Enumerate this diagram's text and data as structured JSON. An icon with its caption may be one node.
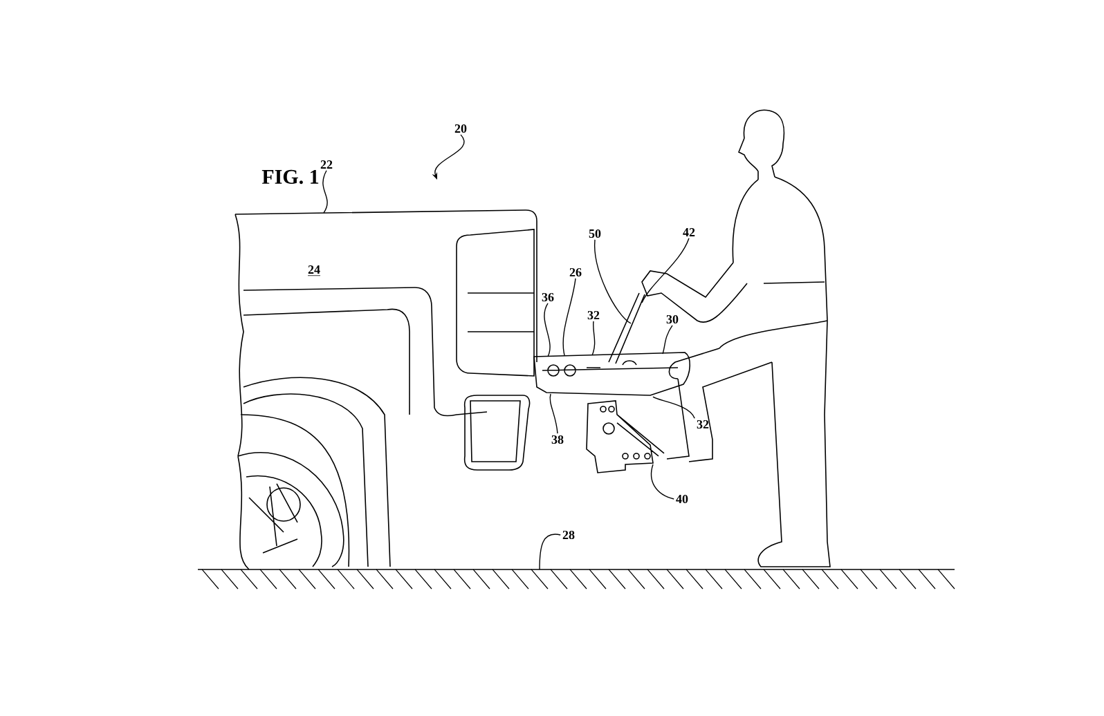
{
  "diagram": {
    "title": "FIG. 1",
    "nodes": [
      {
        "text": [
          "20"
        ]
      },
      {
        "text": [
          "22"
        ]
      },
      {
        "text": [
          "36"
        ]
      },
      {
        "text": [
          "26"
        ]
      },
      {
        "text": [
          "32"
        ]
      },
      {
        "text": [
          "50"
        ]
      },
      {
        "text": [
          "42"
        ]
      },
      {
        "text": [
          "30"
        ]
      },
      {
        "text": [
          "32"
        ]
      },
      {
        "text": [
          "38"
        ]
      },
      {
        "text": [
          "40"
        ]
      },
      {
        "text": [
          "28"
        ]
      },
      {
        "text": [],
        "shape": "picture"
      },
      {
        "text": [],
        "shape": "picture"
      },
      {
        "text": [],
        "shape": "picture"
      },
      {
        "text": [],
        "shape": "picture"
      },
      {
        "text": [],
        "shape": "picture"
      }
    ],
    "edges": [
      {
        "from": 0,
        "to": null,
        "arrow": "to"
      },
      {
        "from": 1,
        "to": 12,
        "arrow": "none"
      },
      {
        "from": 2,
        "to": 14,
        "arrow": "none"
      },
      {
        "from": 3,
        "to": 14,
        "arrow": "none"
      },
      {
        "from": 4,
        "to": 14,
        "arrow": "none"
      },
      {
        "from": 5,
        "to": 13,
        "arrow": "none"
      },
      {
        "from": 6,
        "to": 13,
        "arrow": "none"
      },
      {
        "from": 7,
        "to": 14,
        "arrow": "none"
      },
      {
        "from": 8,
        "to": 14,
        "arrow": "none"
      },
      {
        "from": 9,
        "to": 14,
        "arrow": "none"
      },
      {
        "from": 10,
        "to": 15,
        "arrow": "none"
      },
      {
        "from": 11,
        "to": 16,
        "arrow": "none"
      }
    ],
    "labels": [
      "24"
    ]
  }
}
